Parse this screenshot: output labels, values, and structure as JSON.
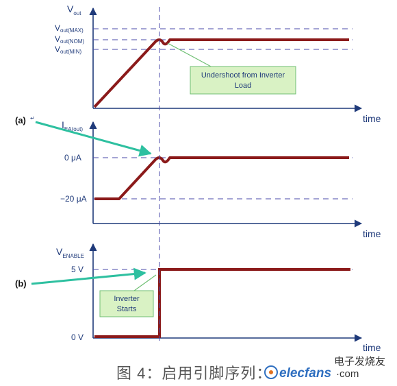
{
  "colors": {
    "axis": "#1f3a7a",
    "signal": "#8b1a1a",
    "dashed": "#4a4aa8",
    "arrow": "#2ec0a0",
    "callout_fill": "#d9f2c4",
    "callout_border": "#6fbf73"
  },
  "panel1": {
    "ylabel_main": "V",
    "ylabel_sub": "out",
    "levels": [
      {
        "main": "V",
        "sub": "out(MAX)"
      },
      {
        "main": "V",
        "sub": "out(NOM)"
      },
      {
        "main": "V",
        "sub": "out(MIN)"
      }
    ],
    "xlabel": "time",
    "callout_line1": "Undershoot from Inverter",
    "callout_line2": "Load"
  },
  "panel2": {
    "ylabel_main": "I",
    "ylabel_sub": "EA(out)",
    "level_top": "0 μA",
    "level_bottom": "−20 μA",
    "xlabel": "time",
    "marker": "(a)",
    "marker_suffix": "↵"
  },
  "panel3": {
    "ylabel_main": "V",
    "ylabel_sub": "ENABLE",
    "level_top": "5 V",
    "level_bottom": "0 V",
    "xlabel": "time",
    "marker": "(b)",
    "callout_line1": "Inverter",
    "callout_line2": "Starts"
  },
  "caption": "图 4：启用引脚序列：",
  "watermark": {
    "brand": "elecfans",
    "domain": "·com",
    "cn": "电子发烧友"
  }
}
